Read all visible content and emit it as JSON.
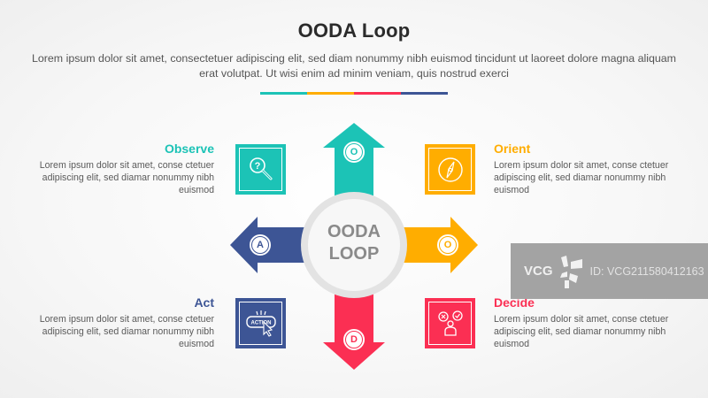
{
  "header": {
    "title": "OODA Loop",
    "subtitle": "Lorem ipsum dolor sit amet, consectetuer adipiscing elit, sed diam nonummy nibh euismod tincidunt ut laoreet dolore magna aliquam erat volutpat. Ut wisi enim ad minim veniam, quis nostrud exerci",
    "divider_colors": [
      "#1cc3b6",
      "#ffad00",
      "#fb2f53",
      "#3d5595"
    ]
  },
  "center": {
    "line1": "OODA",
    "line2": "LOOP",
    "ring_color": "#e3e3e3",
    "text_color": "#8a8a8a"
  },
  "steps": [
    {
      "id": "observe",
      "heading": "Observe",
      "body": "Lorem ipsum dolor sit amet, conse ctetuer adipiscing elit, sed diamar nonummy nibh euismod",
      "letter": "O",
      "color": "#1cc3b6",
      "icon": "magnifier-question-icon",
      "direction": "up"
    },
    {
      "id": "orient",
      "heading": "Orient",
      "body": "Lorem ipsum dolor sit amet, conse ctetuer adipiscing elit, sed diamar nonummy nibh euismod",
      "letter": "O",
      "color": "#ffad00",
      "icon": "compass-icon",
      "direction": "right"
    },
    {
      "id": "decide",
      "heading": "Decide",
      "body": "Lorem ipsum dolor sit amet, conse ctetuer adipiscing elit, sed diamar nonummy nibh euismod",
      "letter": "D",
      "color": "#fb2f53",
      "icon": "person-decision-icon",
      "direction": "down"
    },
    {
      "id": "act",
      "heading": "Act",
      "body": "Lorem ipsum dolor sit amet, conse ctetuer adipiscing elit, sed diamar nonummy nibh euismod",
      "letter": "A",
      "color": "#3d5595",
      "icon": "action-button-cursor-icon",
      "direction": "left"
    }
  ],
  "icons": {
    "act_button_text": "ACTION",
    "observe_glyph": "?"
  },
  "watermark": {
    "logo": "VCG",
    "id_text": "ID: VCG211580412163"
  }
}
